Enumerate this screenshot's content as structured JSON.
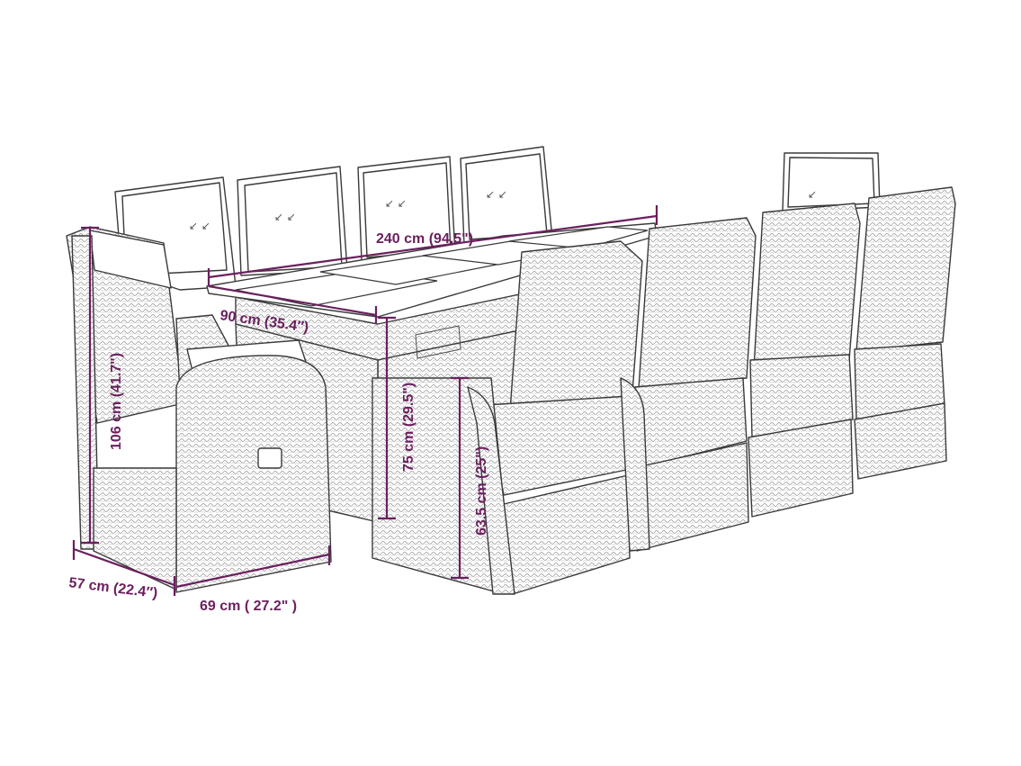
{
  "colors": {
    "dimension": "#6b1f5e",
    "outline": "#3a3a3a",
    "background": "#ffffff"
  },
  "dimensions": {
    "table_length": "240 cm (94.5\")",
    "table_width": "90 cm (35.4″)",
    "table_height": "75 cm (29.5\")",
    "chair_height": "106 cm (41.7\")",
    "chair_depth": "57 cm (22.4″)",
    "chair_width": "69 cm ( 27.2\" )",
    "seat_height": "63.5 cm (25\")"
  }
}
